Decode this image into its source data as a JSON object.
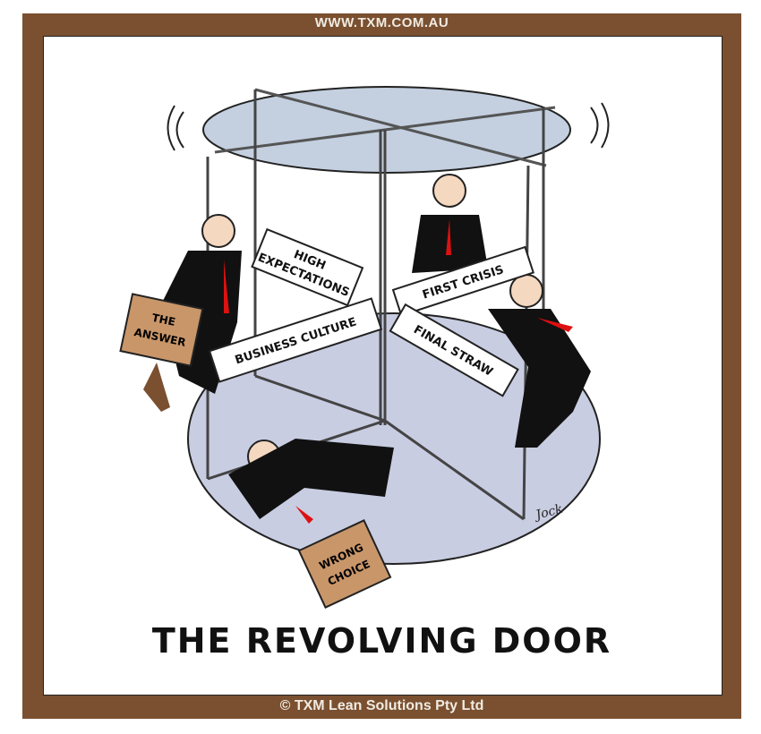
{
  "header": {
    "url": "WWW.TXM.COM.AU"
  },
  "cartoon": {
    "title": "THE REVOLVING DOOR",
    "signs": {
      "high_expectations_1": "HIGH",
      "high_expectations_2": "EXPECTATIONS",
      "first_crisis": "FIRST CRISIS",
      "business_culture": "BUSINESS CULTURE",
      "final_straw": "FINAL STRAW"
    },
    "briefcases": {
      "answer_1": "THE",
      "answer_2": "ANSWER",
      "wrong_1": "WRONG",
      "wrong_2": "CHOICE"
    },
    "signature": "Jock"
  },
  "footer": {
    "copyright": "© TXM Lean Solutions Pty Ltd"
  }
}
